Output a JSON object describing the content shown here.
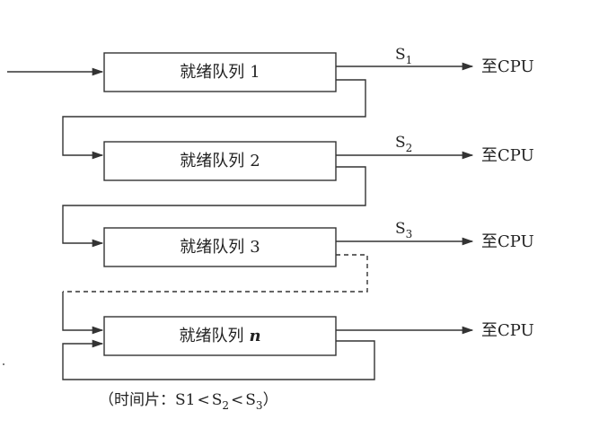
{
  "queues": [
    {
      "name": "就绪队列",
      "num": "1",
      "num_italic": false
    },
    {
      "name": "就绪队列",
      "num": "2",
      "num_italic": false
    },
    {
      "name": "就绪队列",
      "num": "3",
      "num_italic": false
    },
    {
      "name": "就绪队列",
      "num": "n",
      "num_italic": true
    }
  ],
  "slices": [
    {
      "letter": "S",
      "sub": "1"
    },
    {
      "letter": "S",
      "sub": "2"
    },
    {
      "letter": "S",
      "sub": "3"
    }
  ],
  "target": "至CPU",
  "note": {
    "open": "（时间片：",
    "s1": "S1",
    "lt": "<",
    "s2_letter": "S",
    "s2_sub": "2",
    "s3_letter": "S",
    "s3_sub": "3",
    "close": "）"
  }
}
